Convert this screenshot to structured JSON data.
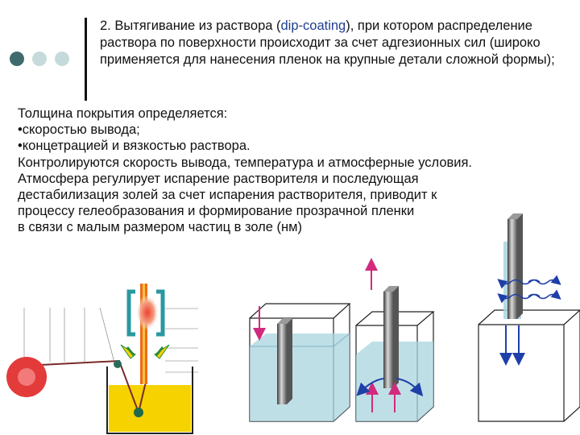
{
  "heading": {
    "prefix": "2. Вытягивание из раствора (",
    "term": "dip-coating",
    "suffix": "), при котором распределение раствора по поверхности происходит за счет адгезионных сил (широко применяется для нанесения пленок на крупные детали сложной формы);"
  },
  "body": {
    "lines": [
      "Толщина покрытия определяется:",
      "•скоростью вывода;",
      "•концетрацией и вязкостью раствора.",
      "Контролируются скорость вывода, температура и атмосферные условия.",
      "Атмосфера регулирует испарение растворителя и последующая",
      "дестабилизация золей за счет испарения растворителя, приводит к",
      "процессу гелеобразования и формирование прозрачной пленки",
      "в связи с малым размером частиц в золе (нм)"
    ]
  },
  "colors": {
    "accent": "#1f3f8f",
    "dot_dark": "#3f6b6e",
    "dot_light": "#c5dadb",
    "solution": "#f5d200",
    "glass": "#a9d4df",
    "arrow_magenta": "#d12b7e",
    "arrow_blue": "#1f3fa8",
    "roller_red": "#e33a3a",
    "flame": "#e8703a",
    "bracket": "#2a98a0"
  },
  "icons": [
    "bullet-dot",
    "roller",
    "substrate-plate",
    "arrow"
  ]
}
